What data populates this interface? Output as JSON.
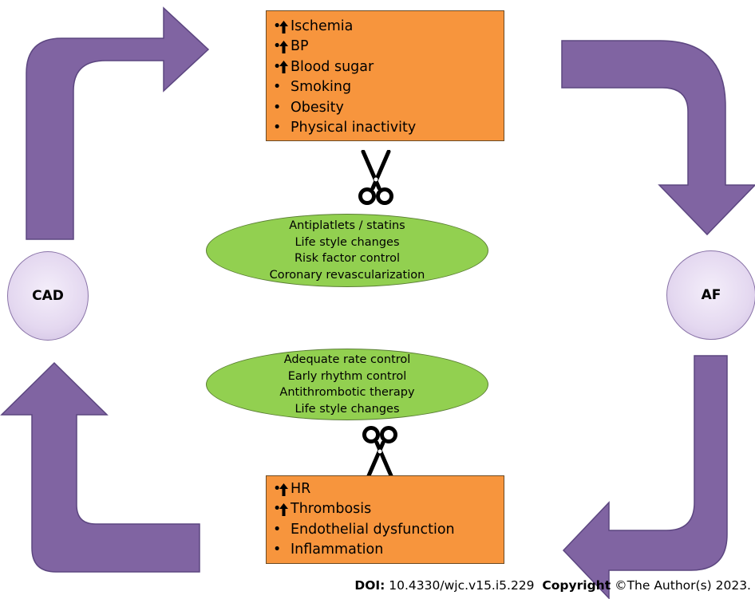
{
  "nodes": {
    "cad": "CAD",
    "af": "AF"
  },
  "risk_factors_top": [
    {
      "text": "Ischemia",
      "up": true
    },
    {
      "text": "BP",
      "up": true
    },
    {
      "text": "Blood sugar",
      "up": true
    },
    {
      "text": "Smoking",
      "up": false
    },
    {
      "text": "Obesity",
      "up": false
    },
    {
      "text": "Physical inactivity",
      "up": false
    }
  ],
  "treatments_top": [
    "Antiplatlets / statins",
    "Life style changes",
    "Risk factor control",
    "Coronary revascularization"
  ],
  "treatments_bottom": [
    "Adequate rate control",
    "Early rhythm control",
    "Antithrombotic therapy",
    "Life style changes"
  ],
  "risk_factors_bottom": [
    {
      "text": "HR",
      "up": true
    },
    {
      "text": "Thrombosis",
      "up": true
    },
    {
      "text": "Endothelial dysfunction",
      "up": false
    },
    {
      "text": "Inflammation",
      "up": false
    }
  ],
  "footer": {
    "doi_label": "DOI:",
    "doi_value": "10.4330/wjc.v15.i5.229",
    "copyright_label": "Copyright",
    "copyright_value": "©The Author(s) 2023."
  },
  "colors": {
    "arrow": "#8064a2",
    "arrow_outline": "#5c4680",
    "box": "#f7953d",
    "ellipse": "#92d050",
    "circle": "#e4d8f0"
  }
}
